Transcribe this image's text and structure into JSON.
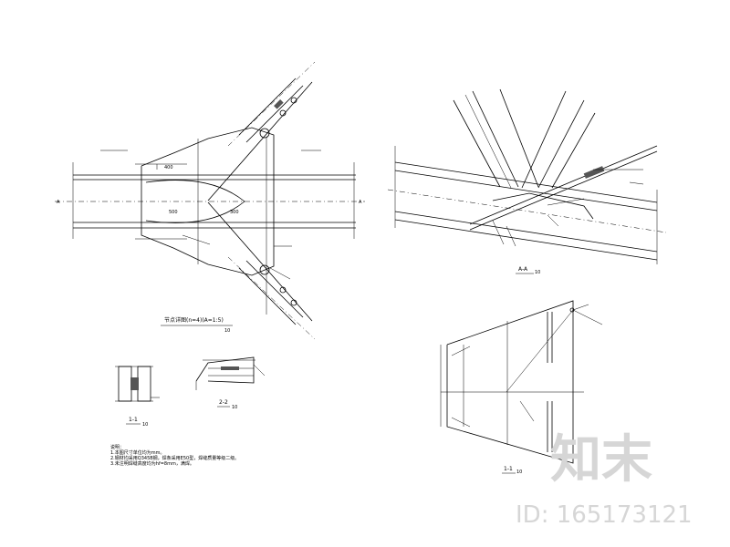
{
  "main_elevation": {
    "section_mark_left": "A",
    "section_mark_right": "A",
    "dim_top": "400",
    "dim_mid": "500",
    "dim_right": "300",
    "caption": "节点详图(n=4)(A=1:5)",
    "caption_scale": "10"
  },
  "section_aa": {
    "caption": "A-A",
    "scale": "10"
  },
  "section_11": {
    "caption": "1-1",
    "scale": "10"
  },
  "section_11_small": {
    "caption": "1-1",
    "scale": "10"
  },
  "section_22": {
    "caption": "2-2",
    "scale": "10"
  },
  "notes": {
    "header": "说明：",
    "line1": "1.本图尺寸单位均为mm。",
    "line2": "2.钢材均采用Q345B钢，焊条采用E50型，焊缝质量等级二级。",
    "line3": "3.未注明焊缝高度均为hf=8mm，满焊。"
  },
  "watermark": {
    "logo_text": "知末",
    "id_text": "ID: 165173121"
  }
}
